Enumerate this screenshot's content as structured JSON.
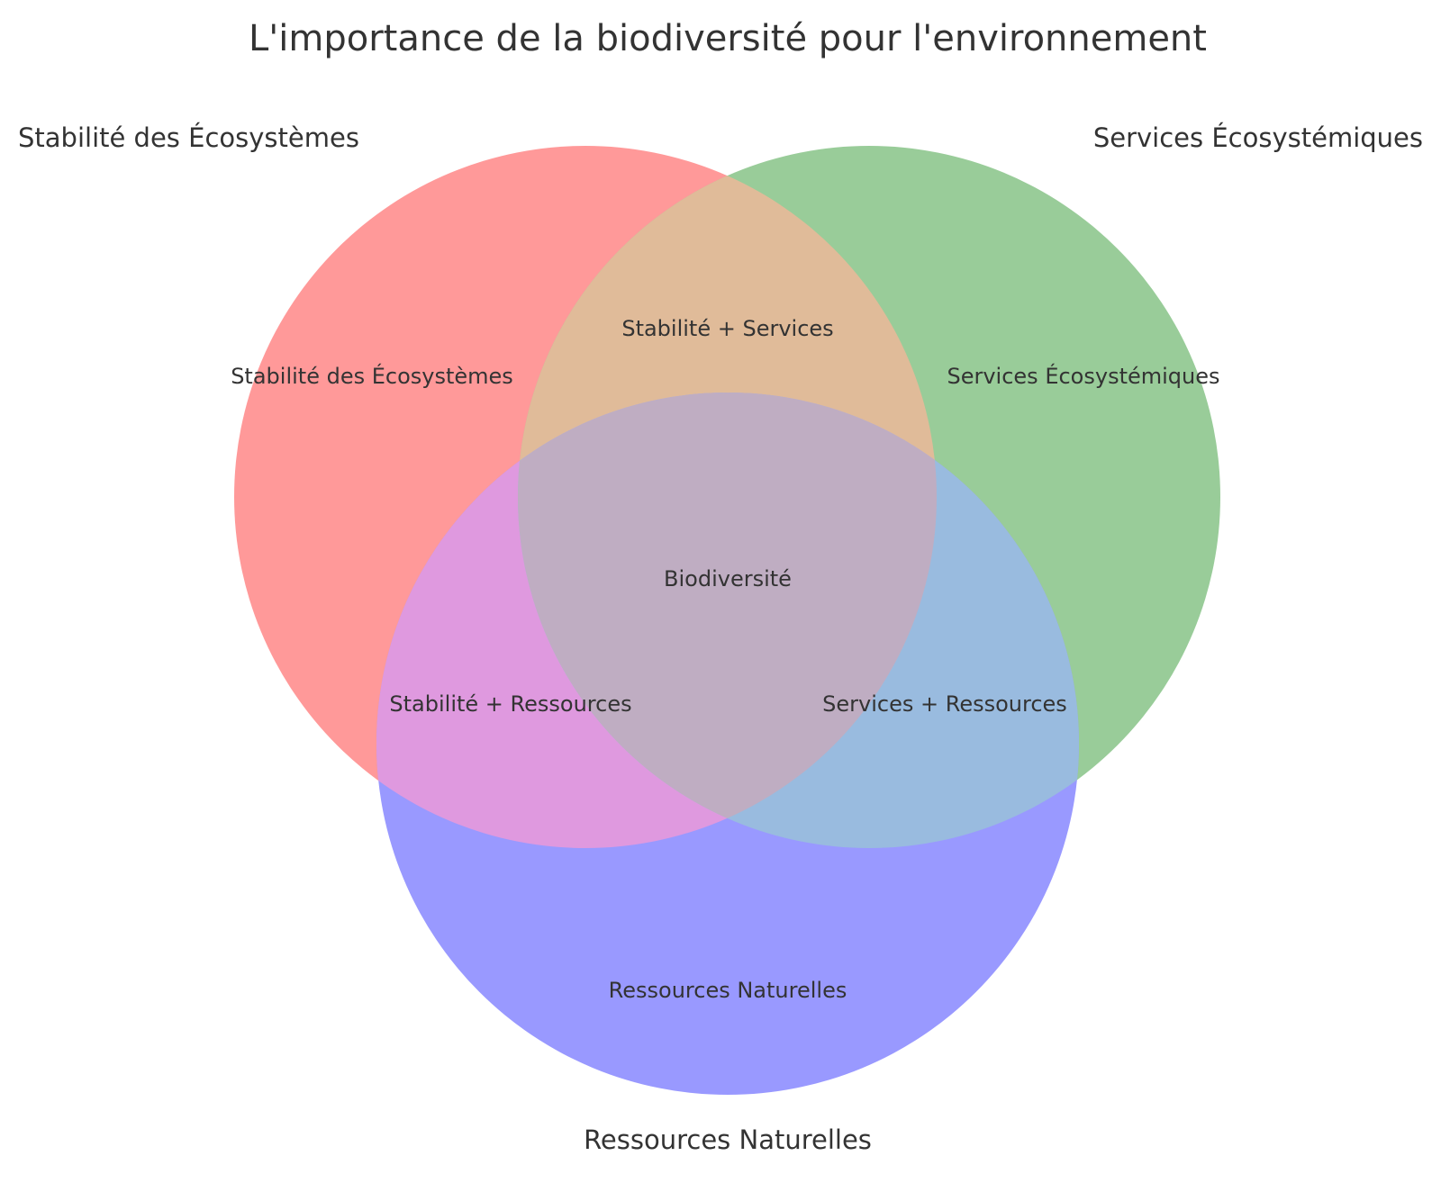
{
  "title": "L'importance de la biodiversité pour l'environnement",
  "sets": [
    {
      "id": "stabilite",
      "label": "Stabilité des Écosystèmes",
      "color": "#ff9999"
    },
    {
      "id": "services",
      "label": "Services Écosystémiques",
      "color": "#99cc99"
    },
    {
      "id": "ressources",
      "label": "Ressources Naturelles",
      "color": "#9999ff"
    }
  ],
  "regions": {
    "stabilite_only": "Stabilité des Écosystèmes",
    "services_only": "Services Écosystémiques",
    "ressources_only": "Ressources Naturelles",
    "stabilite_services": "Stabilité + Services",
    "stabilite_ressources": "Stabilité + Ressources",
    "services_ressources": "Services + Ressources",
    "center": "Biodiversité"
  },
  "overlap_colors": {
    "stabilite_services": "#e0bb99",
    "stabilite_ressources": "#df99df",
    "services_ressources": "#99bbdf",
    "center": "#bfadc2"
  }
}
